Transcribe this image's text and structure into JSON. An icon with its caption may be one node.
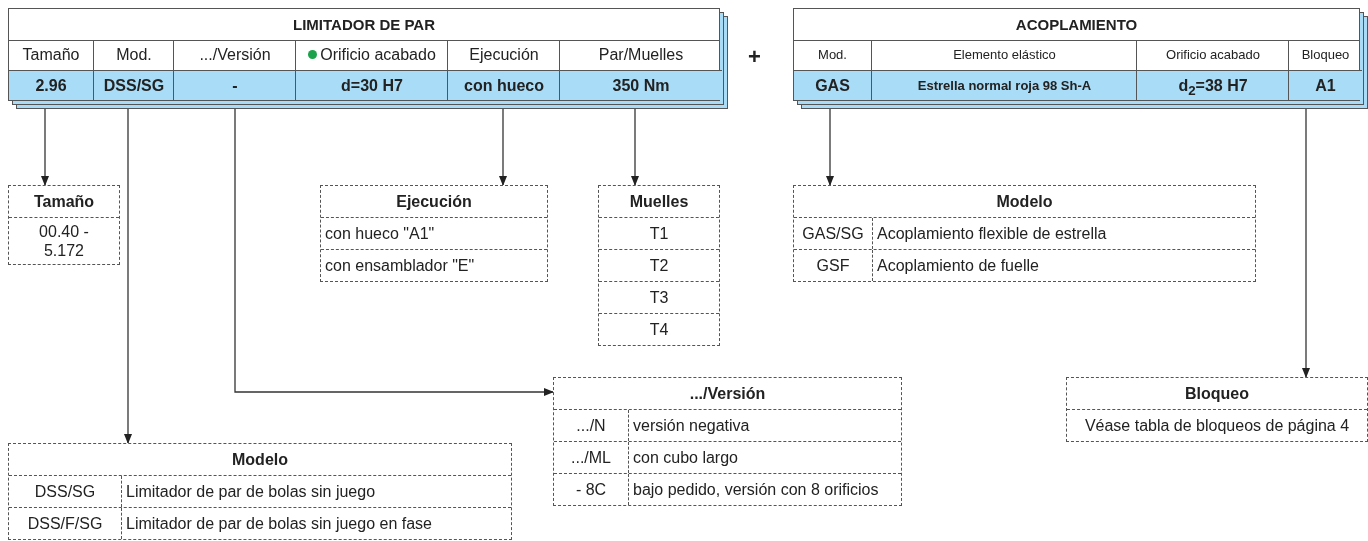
{
  "diagram": {
    "nodes": [
      {
        "text": [
          "LIMITADOR DE PAR"
        ]
      },
      {
        "text": [
          "Tamaño",
          "2.96"
        ],
        "in": 0
      },
      {
        "text": [
          "Mod.",
          "DSS/SG"
        ],
        "in": 0
      },
      {
        "text": [
          ".../Versión",
          "-"
        ],
        "in": 0
      },
      {
        "text": [
          "Orificio acabado",
          "d=30 H7"
        ],
        "in": 0
      },
      {
        "text": [
          "Ejecución",
          "con hueco"
        ],
        "in": 0
      },
      {
        "text": [
          "Par/Muelles",
          "350 Nm"
        ],
        "in": 0
      },
      {
        "text": [
          "ACOPLAMIENTO"
        ]
      },
      {
        "text": [
          "Mod.",
          "GAS"
        ],
        "in": 7
      },
      {
        "text": [
          "Elemento elástico",
          "Estrella normal roja 98 Sh-A"
        ],
        "in": 7
      },
      {
        "text": [
          "Orificio acabado",
          "d$_{2}$=38 H7"
        ],
        "in": 7
      },
      {
        "text": [
          "Bloqueo",
          "A1"
        ],
        "in": 7
      },
      {
        "text": [
          "Tamaño",
          "00.40 - 5.172"
        ]
      },
      {
        "text": [
          "Ejecución",
          "con hueco \"A1\"",
          "con ensamblador \"E\""
        ]
      },
      {
        "text": [
          "Muelles",
          "T1",
          "T2",
          "T3",
          "T4"
        ]
      },
      {
        "text": [
          "Modelo",
          "GAS/SG",
          "Acoplamiento flexible de estrella",
          "GSF",
          "Acoplamiento de fuelle"
        ]
      },
      {
        "text": [
          ".../Versión",
          ".../N",
          "versión negativa",
          ".../ML",
          "con cubo largo",
          "- 8C",
          "bajo pedido, versión con 8 orificios"
        ]
      },
      {
        "text": [
          "Bloqueo",
          "Véase tabla de bloqueos de página 4"
        ]
      },
      {
        "text": [
          "Modelo",
          "DSS/SG",
          "Limitador de par de bolas sin juego",
          "DSS/F/SG",
          "Limitador de par de bolas sin juego en fase"
        ]
      }
    ],
    "edges": [
      {
        "from": 1,
        "to": 12,
        "arrow": "to"
      },
      {
        "from": 2,
        "to": 18,
        "arrow": "to"
      },
      {
        "from": 3,
        "to": 16,
        "arrow": "to"
      },
      {
        "from": 5,
        "to": 13,
        "arrow": "to"
      },
      {
        "from": 6,
        "to": 14,
        "arrow": "to"
      },
      {
        "from": 8,
        "to": 15,
        "arrow": "to"
      },
      {
        "from": 11,
        "to": 17,
        "arrow": "to"
      }
    ],
    "labels": [
      "+"
    ]
  }
}
